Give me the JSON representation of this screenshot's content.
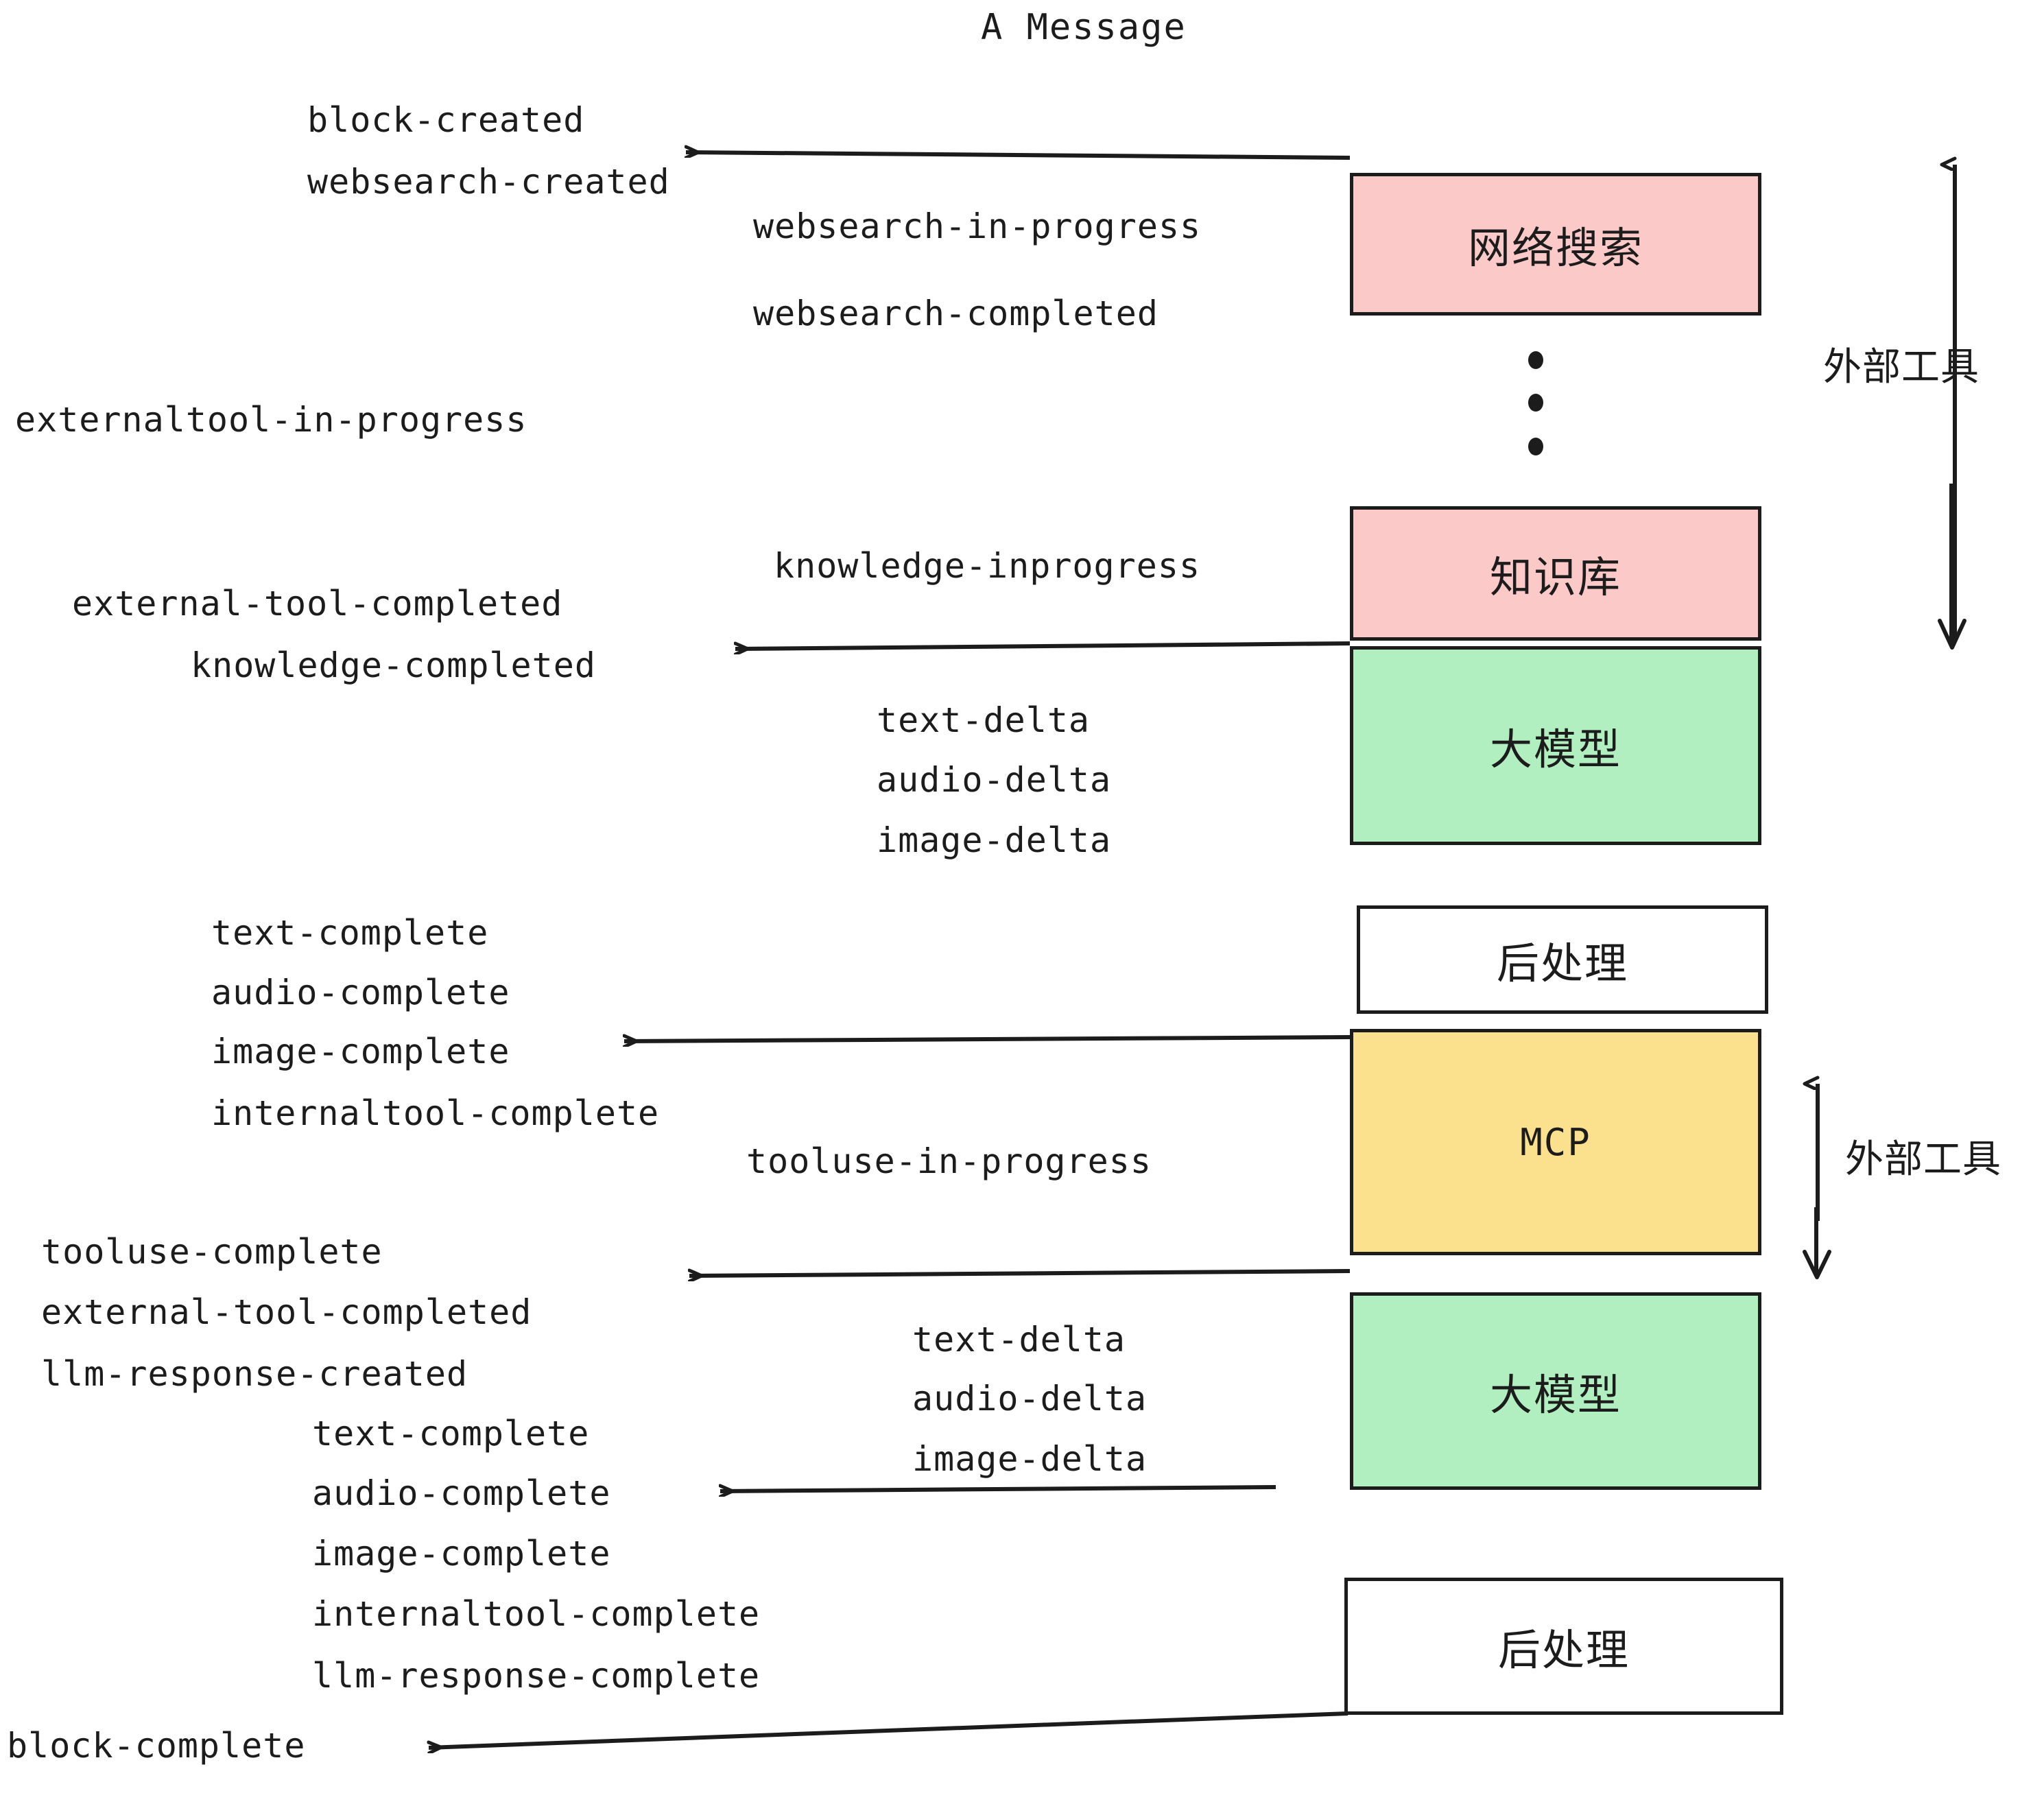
{
  "title": "A Message",
  "colors": {
    "pink": "#fcc9c9",
    "green": "#b2efc0",
    "yellow": "#fbe18e",
    "white": "#ffffff",
    "stroke": "#1c1c1c"
  },
  "nodes": [
    {
      "id": "websearch",
      "label": "网络搜索",
      "color": "pink"
    },
    {
      "id": "knowledge",
      "label": "知识库",
      "color": "pink"
    },
    {
      "id": "llm-1",
      "label": "大模型",
      "color": "green"
    },
    {
      "id": "postprocess-1",
      "label": "后处理",
      "color": "white"
    },
    {
      "id": "mcp",
      "label": "MCP",
      "color": "yellow"
    },
    {
      "id": "llm-2",
      "label": "大模型",
      "color": "green"
    },
    {
      "id": "postprocess-2",
      "label": "后处理",
      "color": "white"
    }
  ],
  "side_labels": [
    {
      "id": "external-tools-top",
      "label": "外部工具"
    },
    {
      "id": "external-tools-bottom",
      "label": "外部工具"
    }
  ],
  "events": [
    {
      "id": "block-created",
      "text": "block-created"
    },
    {
      "id": "websearch-created",
      "text": "websearch-created"
    },
    {
      "id": "websearch-in-progress",
      "text": "websearch-in-progress"
    },
    {
      "id": "websearch-completed",
      "text": "websearch-completed"
    },
    {
      "id": "externaltool-in-progress",
      "text": "externaltool-in-progress"
    },
    {
      "id": "knowledge-inprogress",
      "text": "knowledge-inprogress"
    },
    {
      "id": "external-tool-completed-1",
      "text": "external-tool-completed"
    },
    {
      "id": "knowledge-completed",
      "text": "knowledge-completed"
    },
    {
      "id": "text-delta-1",
      "text": "text-delta"
    },
    {
      "id": "audio-delta-1",
      "text": "audio-delta"
    },
    {
      "id": "image-delta-1",
      "text": "image-delta"
    },
    {
      "id": "text-complete-1",
      "text": "text-complete"
    },
    {
      "id": "audio-complete-1",
      "text": "audio-complete"
    },
    {
      "id": "image-complete-1",
      "text": "image-complete"
    },
    {
      "id": "internaltool-complete-1",
      "text": "internaltool-complete"
    },
    {
      "id": "tooluse-in-progress",
      "text": "tooluse-in-progress"
    },
    {
      "id": "tooluse-complete",
      "text": "tooluse-complete"
    },
    {
      "id": "external-tool-completed-2",
      "text": "external-tool-completed"
    },
    {
      "id": "llm-response-created",
      "text": "llm-response-created"
    },
    {
      "id": "text-delta-2",
      "text": "text-delta"
    },
    {
      "id": "audio-delta-2",
      "text": "audio-delta"
    },
    {
      "id": "image-delta-2",
      "text": "image-delta"
    },
    {
      "id": "text-complete-2",
      "text": "text-complete"
    },
    {
      "id": "audio-complete-2",
      "text": "audio-complete"
    },
    {
      "id": "image-complete-2",
      "text": "image-complete"
    },
    {
      "id": "internaltool-complete-2",
      "text": "internaltool-complete"
    },
    {
      "id": "llm-response-complete",
      "text": "llm-response-complete"
    },
    {
      "id": "block-complete",
      "text": "block-complete"
    }
  ]
}
